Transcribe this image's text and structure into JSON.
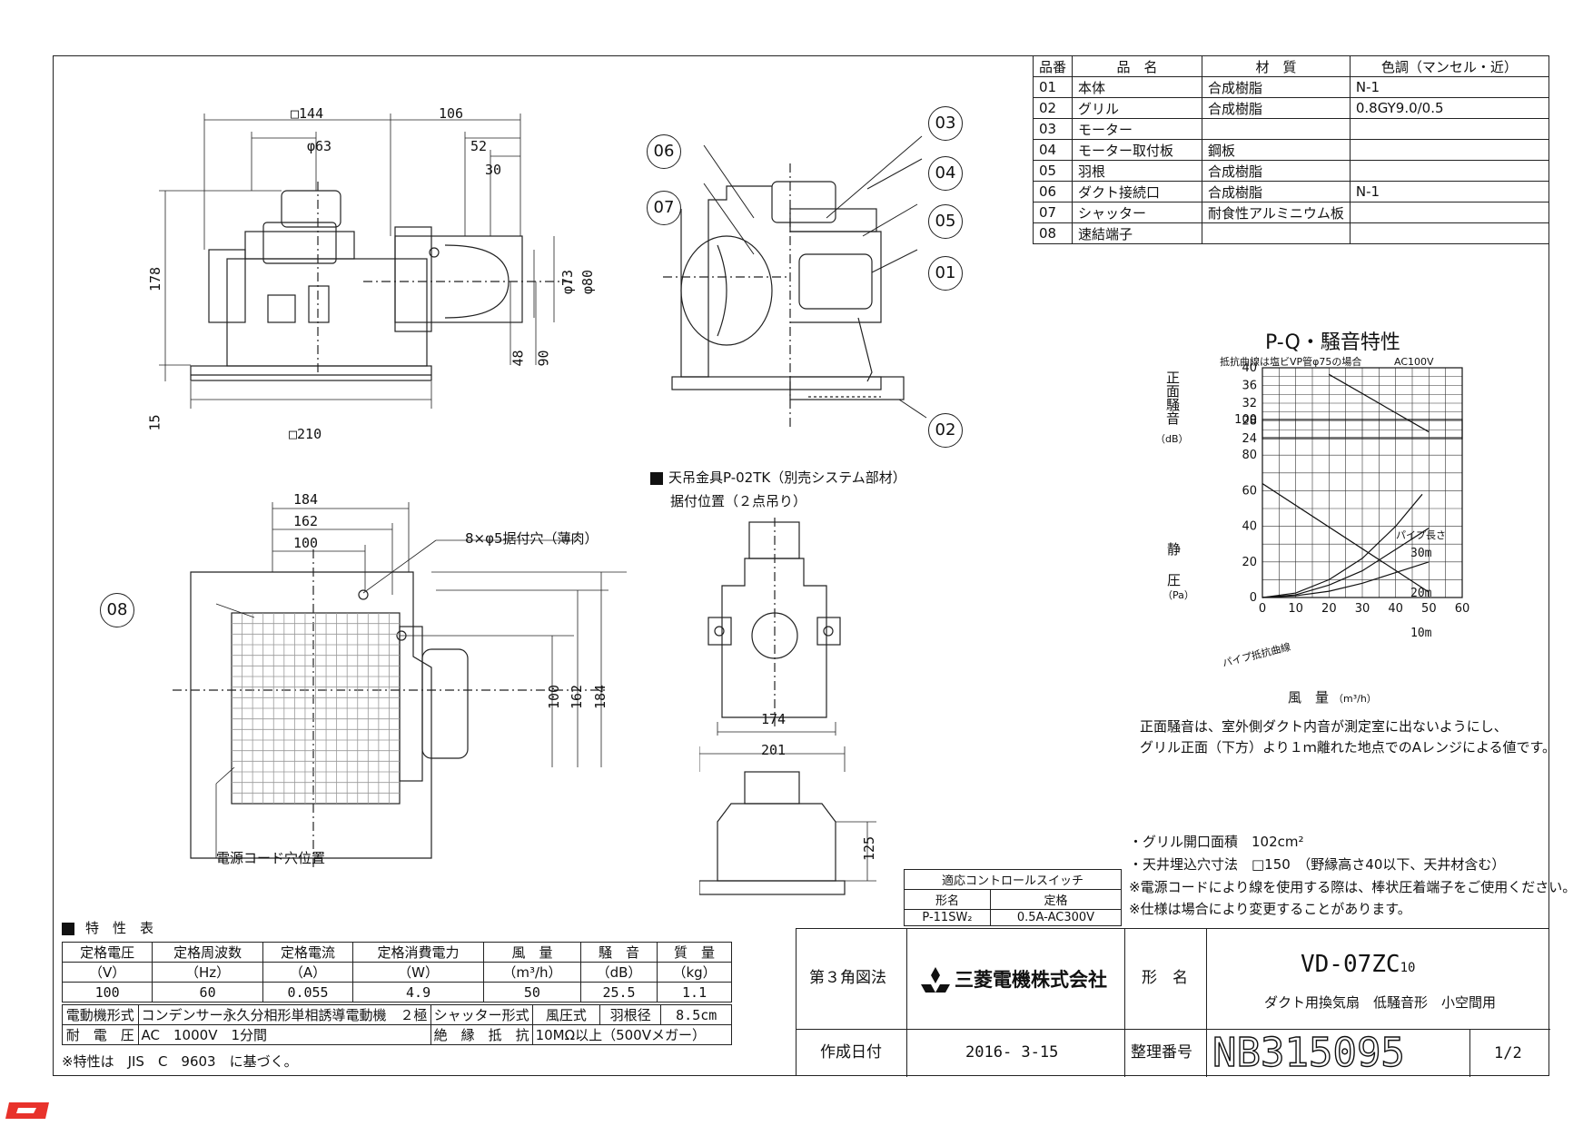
{
  "parts_table": {
    "headers": [
      "品番",
      "品　名",
      "材　質",
      "色調（マンセル・近）"
    ],
    "rows": [
      [
        "01",
        "本体",
        "合成樹脂",
        "N-1"
      ],
      [
        "02",
        "グリル",
        "合成樹脂",
        "0.8GY9.0/0.5"
      ],
      [
        "03",
        "モーター",
        "",
        ""
      ],
      [
        "04",
        "モーター取付板",
        "鋼板",
        ""
      ],
      [
        "05",
        "羽根",
        "合成樹脂",
        ""
      ],
      [
        "06",
        "ダクト接続口",
        "合成樹脂",
        "N-1"
      ],
      [
        "07",
        "シャッター",
        "耐食性アルミニウム板",
        ""
      ],
      [
        "08",
        "速結端子",
        "",
        ""
      ]
    ]
  },
  "front_view": {
    "dims": {
      "w144": "□144",
      "d106": "106",
      "d63": "φ63",
      "d52": "52",
      "d30": "30",
      "h178": "178",
      "d73": "φ73",
      "d80": "φ80",
      "d48": "48",
      "d90": "90",
      "d15": "15",
      "w210": "□210"
    }
  },
  "section_view": {
    "callouts": [
      "06",
      "07",
      "03",
      "04",
      "05",
      "01",
      "02"
    ]
  },
  "bottom_view": {
    "dims": {
      "d184": "184",
      "d162": "162",
      "d100": "100",
      "hole": "8×φ5据付穴（薄肉）",
      "v100": "100",
      "v162": "162",
      "v184": "184"
    },
    "callout": "08",
    "cord_label": "電源コード穴位置"
  },
  "hanger": {
    "title": "天吊金具P-02TK（別売システム部材）",
    "subtitle": "据付位置（２点吊り）",
    "d174": "174",
    "d201": "201",
    "d125": "125"
  },
  "chart": {
    "title": "P-Q・騒音特性",
    "noise_note": "抵抗曲線は塩ビVP管φ75の場合",
    "voltage": "AC100V",
    "noise_ylabel": "正面騒音",
    "noise_unit": "（dB）",
    "sp_ylabel_1": "静",
    "sp_ylabel_2": "圧",
    "sp_unit": "（Pa）",
    "xlabel": "風　量",
    "xunit": "（m³/h）",
    "pipe_label": "パイプ長さ",
    "pipe_resistance": "パイプ抵抗曲線",
    "curve_labels": [
      "30m",
      "20m",
      "10m"
    ],
    "noise_ticks": [
      "40",
      "36",
      "32",
      "28",
      "24"
    ],
    "sp_ticks": [
      "100",
      "80",
      "60",
      "40",
      "20",
      "0"
    ],
    "x_ticks": [
      "0",
      "10",
      "20",
      "30",
      "40",
      "50",
      "60"
    ]
  },
  "chart_data": [
    {
      "type": "line",
      "title": "P-Q・騒音特性",
      "ylabel": "正面騒音（dB）",
      "x_range": [
        0,
        60
      ],
      "ylim": [
        24,
        40
      ],
      "series": [
        {
          "x": [
            20,
            50
          ],
          "y": [
            38.5,
            25.5
          ]
        }
      ]
    },
    {
      "type": "line",
      "xlabel": "風量（m³/h）",
      "ylabel": "静圧（Pa）",
      "x_range": [
        0,
        60
      ],
      "ylim": [
        0,
        100
      ],
      "series": [
        {
          "x": [
            0,
            50
          ],
          "y": [
            64,
            3
          ]
        },
        {
          "name": "30m",
          "x": [
            0,
            10,
            20,
            30,
            40,
            48
          ],
          "y": [
            0,
            2.5,
            10,
            22,
            40,
            58
          ]
        },
        {
          "name": "20m",
          "x": [
            0,
            10,
            20,
            30,
            40,
            50
          ],
          "y": [
            0,
            1.5,
            7,
            15,
            27,
            39
          ]
        },
        {
          "name": "10m",
          "x": [
            0,
            10,
            20,
            30,
            40,
            50
          ],
          "y": [
            0,
            1,
            3.5,
            8,
            14,
            20
          ]
        }
      ]
    }
  ],
  "notes": {
    "chart_note_1": "正面騒音は、室外側ダクト内音が測定室に出ないようにし、",
    "chart_note_2": "グリル正面（下方）より１ｍ離れた地点でのAレンジによる値です。",
    "grill_area": "・グリル開口面積　102cm²",
    "ceiling_hole": "・天井埋込穴寸法　□150　（野縁高さ40以下、天井材含む）",
    "cord_note": "※電源コードにより線を使用する際は、棒状圧着端子をご使用ください。",
    "spec_change": "※仕様は場合により変更することがあります。"
  },
  "switch_table": {
    "title": "適応コントロールスイッチ",
    "headers": [
      "形名",
      "定格"
    ],
    "row": [
      "P-11SW₂",
      "0.5A-AC300V"
    ]
  },
  "spec_table": {
    "title": "特　性　表",
    "headers": [
      "定格電圧",
      "定格周波数",
      "定格電流",
      "定格消費電力",
      "風　量",
      "騒　音",
      "質　量"
    ],
    "units": [
      "（V）",
      "（Hz）",
      "（A）",
      "（W）",
      "（m³/h）",
      "（dB）",
      "（kg）"
    ],
    "values": [
      "100",
      "60",
      "0.055",
      "4.9",
      "50",
      "25.5",
      "1.1"
    ],
    "motor_label": "電動機形式",
    "motor_value": "コンデンサー永久分相形単相誘導電動機　２極",
    "shutter_label": "シャッター形式",
    "shutter_value": "風圧式",
    "blade_label": "羽根径",
    "blade_value": "8.5cm",
    "withstand_label": "耐　電　圧",
    "withstand_value": "AC　1000V　1分間",
    "insulation_label": "絶　縁　抵　抗",
    "insulation_value": "10MΩ以上（500Vメガー）",
    "footnote": "※特性は　JIS　C　9603　に基づく。"
  },
  "title_block": {
    "projection": "第３角図法",
    "company": "三菱電機株式会社",
    "model_label": "形　名",
    "model": "VD-07ZC",
    "model_sub": "10",
    "description": "ダクト用換気扇　低騒音形　小空間用",
    "date_label": "作成日付",
    "date": "2016- 3-15",
    "number_label": "整理番号",
    "number": "NB315095",
    "sheet": "1/2"
  },
  "colors": {
    "line": "#222222",
    "accent": "#e8322b"
  }
}
